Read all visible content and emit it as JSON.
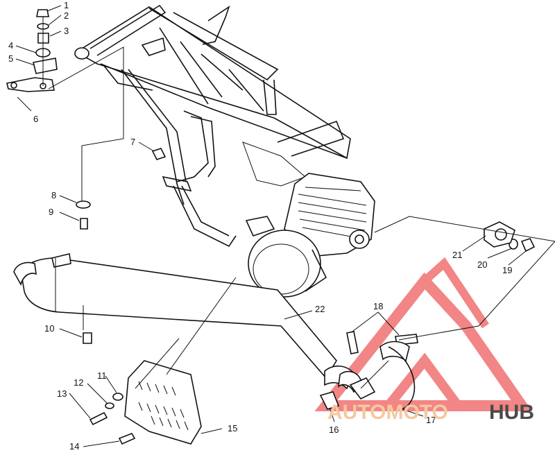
{
  "diagram": {
    "callouts": [
      {
        "id": "1",
        "label": "1"
      },
      {
        "id": "2",
        "label": "2"
      },
      {
        "id": "3",
        "label": "3"
      },
      {
        "id": "4",
        "label": "4"
      },
      {
        "id": "5",
        "label": "5"
      },
      {
        "id": "6",
        "label": "6"
      },
      {
        "id": "7",
        "label": "7"
      },
      {
        "id": "8",
        "label": "8"
      },
      {
        "id": "9",
        "label": "9"
      },
      {
        "id": "10",
        "label": "10"
      },
      {
        "id": "11",
        "label": "11"
      },
      {
        "id": "12",
        "label": "12"
      },
      {
        "id": "13",
        "label": "13"
      },
      {
        "id": "14",
        "label": "14"
      },
      {
        "id": "15",
        "label": "15"
      },
      {
        "id": "16",
        "label": "16"
      },
      {
        "id": "17",
        "label": "17"
      },
      {
        "id": "18",
        "label": "18"
      },
      {
        "id": "19",
        "label": "19"
      },
      {
        "id": "20",
        "label": "20"
      },
      {
        "id": "21",
        "label": "21"
      },
      {
        "id": "22",
        "label": "22"
      }
    ]
  },
  "watermark": {
    "word_a": "AUTOMOTO",
    "word_b": "HUB",
    "color_a": "#f5c9a0",
    "color_b": "#4a4a4a",
    "triangle_color": "#f07070"
  }
}
